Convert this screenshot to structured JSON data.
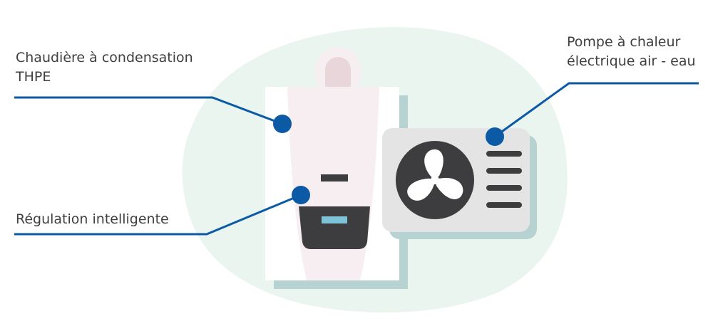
{
  "labels": {
    "boiler": "Chaudière à condensation\nTHPE",
    "regulation": "Régulation intelligente",
    "heatpump": "Pompe à chaleur\nélectrique air - eau"
  },
  "colors": {
    "blob": "#eaf5ef",
    "callout": "#0c5aa6",
    "boiler_body": "#ffffff",
    "boiler_front": "#f6eef0",
    "boiler_shadow": "#b6d3d1",
    "panel_dark": "#3d3d3f",
    "display": "#7ec3d8",
    "unit_body": "#e4e4e4",
    "unit_shadow": "#b6d3d1",
    "fan_dark": "#3d3d3f"
  },
  "icons": {
    "boiler": "boiler-icon",
    "heatpump": "heat-pump-unit-icon",
    "fan": "fan-icon"
  }
}
